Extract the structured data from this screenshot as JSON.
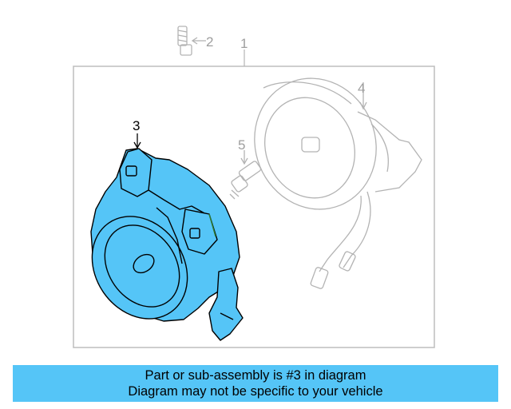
{
  "diagram": {
    "callouts": {
      "c1": "1",
      "c2": "2",
      "c3": "3",
      "c4": "4",
      "c5": "5"
    },
    "colors": {
      "highlight_fill": "#55c5f7",
      "line_strong": "#000000",
      "line_faded": "#b3b3b3",
      "frame": "#bdbdbd"
    }
  },
  "banner": {
    "line1": "Part or sub-assembly is #3 in diagram",
    "line2": "Diagram may not be specific to your vehicle",
    "background": "#55c5f7"
  }
}
